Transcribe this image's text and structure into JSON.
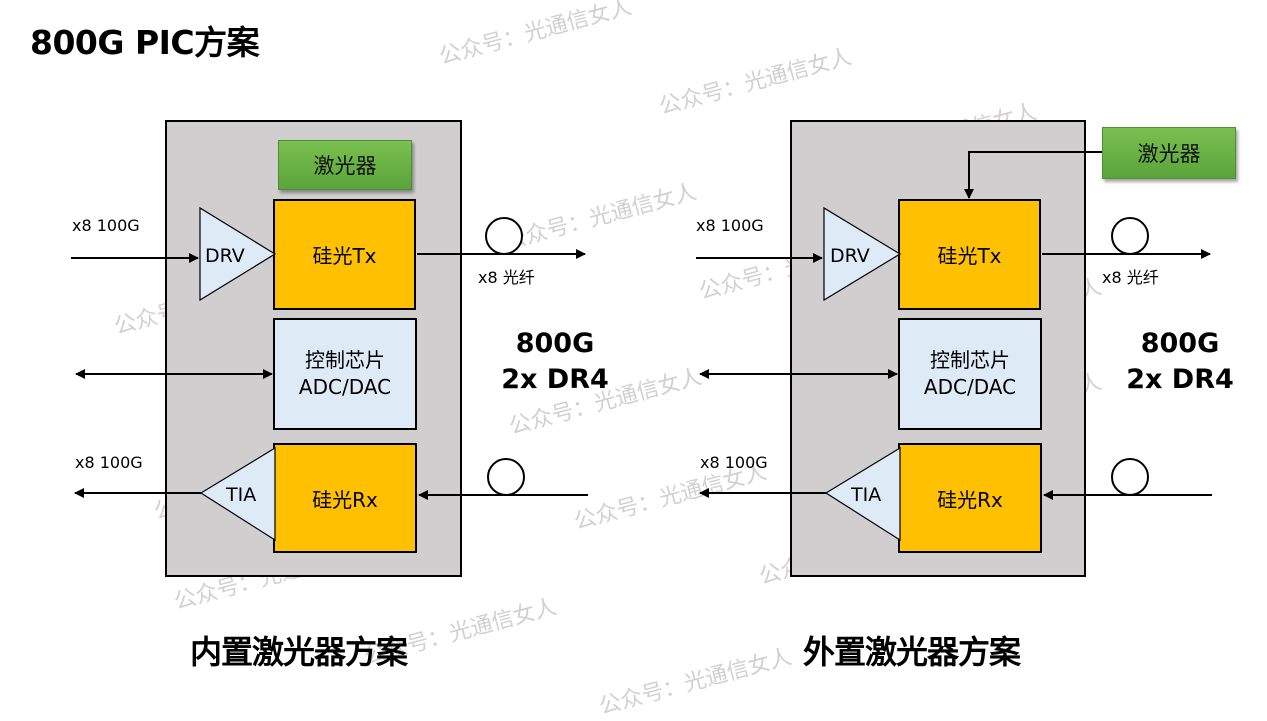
{
  "page": {
    "title": "800G PIC方案",
    "watermark": "公众号：光通信女人"
  },
  "colors": {
    "module_bg": "#d0cece",
    "silicon_photonics": "#ffc000",
    "control_chip": "#deebf7",
    "amplifier": "#deebf7",
    "laser": "#70ad47"
  },
  "left_scheme": {
    "caption": "内置激光器方案",
    "laser_label": "激光器",
    "tx_label": "硅光Tx",
    "rx_label": "硅光Rx",
    "control_line1": "控制芯片",
    "control_line2": "ADC/DAC",
    "driver_label": "DRV",
    "tia_label": "TIA",
    "input_label": "x8 100G",
    "output_label": "x8 100G",
    "fiber_label": "x8 光纤",
    "rate_line1": "800G",
    "rate_line2": "2x DR4"
  },
  "right_scheme": {
    "caption": "外置激光器方案",
    "laser_label": "激光器",
    "tx_label": "硅光Tx",
    "rx_label": "硅光Rx",
    "control_line1": "控制芯片",
    "control_line2": "ADC/DAC",
    "driver_label": "DRV",
    "tia_label": "TIA",
    "input_label": "x8 100G",
    "output_label": "x8 100G",
    "fiber_label": "x8 光纤",
    "rate_line1": "800G",
    "rate_line2": "2x DR4"
  }
}
